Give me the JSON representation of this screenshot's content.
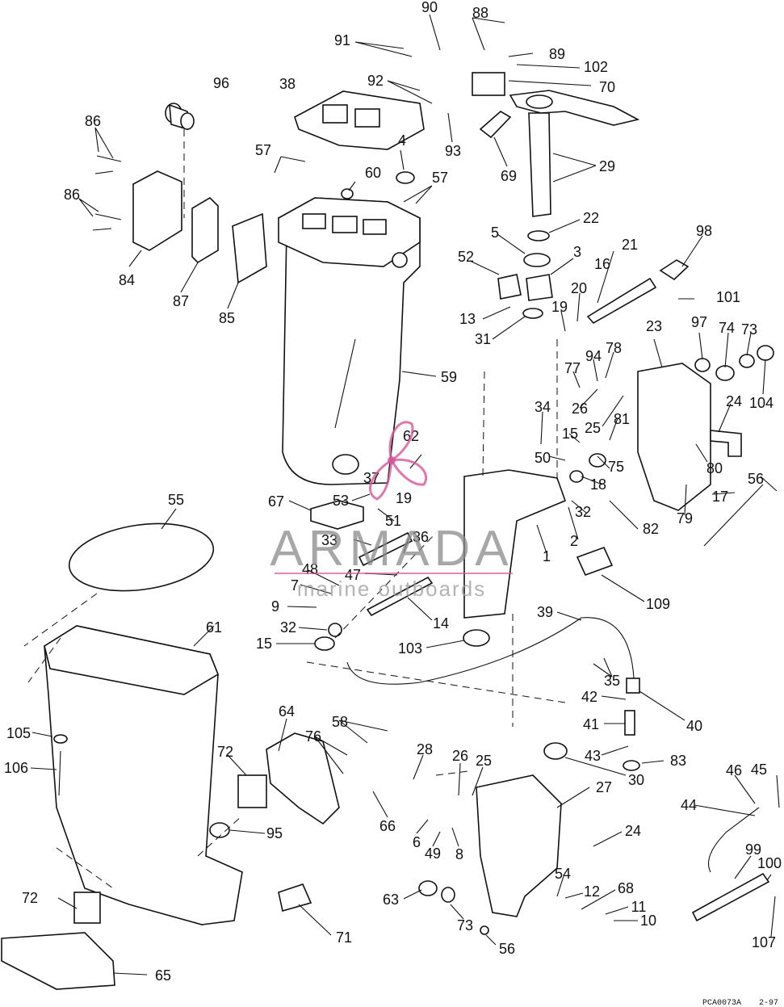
{
  "diagram": {
    "callouts": [
      {
        "id": "c90",
        "text": "90"
      },
      {
        "id": "c88",
        "text": "88"
      },
      {
        "id": "c91",
        "text": "91"
      },
      {
        "id": "c89",
        "text": "89"
      },
      {
        "id": "c102",
        "text": "102"
      },
      {
        "id": "c96",
        "text": "96"
      },
      {
        "id": "c38",
        "text": "38"
      },
      {
        "id": "c92",
        "text": "92"
      },
      {
        "id": "c70",
        "text": "70"
      },
      {
        "id": "c86a",
        "text": "86"
      },
      {
        "id": "c4",
        "text": "4"
      },
      {
        "id": "c93",
        "text": "93"
      },
      {
        "id": "c57a",
        "text": "57"
      },
      {
        "id": "c29",
        "text": "29"
      },
      {
        "id": "c60",
        "text": "60"
      },
      {
        "id": "c57b",
        "text": "57"
      },
      {
        "id": "c69",
        "text": "69"
      },
      {
        "id": "c86b",
        "text": "86"
      },
      {
        "id": "c22",
        "text": "22"
      },
      {
        "id": "c98",
        "text": "98"
      },
      {
        "id": "c5",
        "text": "5"
      },
      {
        "id": "c21",
        "text": "21"
      },
      {
        "id": "c52",
        "text": "52"
      },
      {
        "id": "c3",
        "text": "3"
      },
      {
        "id": "c16",
        "text": "16"
      },
      {
        "id": "c84",
        "text": "84"
      },
      {
        "id": "c87",
        "text": "87"
      },
      {
        "id": "c20",
        "text": "20"
      },
      {
        "id": "c101",
        "text": "101"
      },
      {
        "id": "c13",
        "text": "13"
      },
      {
        "id": "c19a",
        "text": "19"
      },
      {
        "id": "c85",
        "text": "85"
      },
      {
        "id": "c31",
        "text": "31"
      },
      {
        "id": "c97",
        "text": "97"
      },
      {
        "id": "c23",
        "text": "23"
      },
      {
        "id": "c74",
        "text": "74"
      },
      {
        "id": "c73a",
        "text": "73"
      },
      {
        "id": "c78",
        "text": "78"
      },
      {
        "id": "c94",
        "text": "94"
      },
      {
        "id": "c77",
        "text": "77"
      },
      {
        "id": "c104",
        "text": "104"
      },
      {
        "id": "c59",
        "text": "59"
      },
      {
        "id": "c26a",
        "text": "26"
      },
      {
        "id": "c24a",
        "text": "24"
      },
      {
        "id": "c25a",
        "text": "25"
      },
      {
        "id": "c34",
        "text": "34"
      },
      {
        "id": "c81",
        "text": "81"
      },
      {
        "id": "c62",
        "text": "62"
      },
      {
        "id": "c15a",
        "text": "15"
      },
      {
        "id": "c50",
        "text": "50"
      },
      {
        "id": "c75",
        "text": "75"
      },
      {
        "id": "c80",
        "text": "80"
      },
      {
        "id": "c56a",
        "text": "56"
      },
      {
        "id": "c37",
        "text": "37"
      },
      {
        "id": "c18",
        "text": "18"
      },
      {
        "id": "c17",
        "text": "17"
      },
      {
        "id": "c55",
        "text": "55"
      },
      {
        "id": "c53",
        "text": "53"
      },
      {
        "id": "c19b",
        "text": "19"
      },
      {
        "id": "c67",
        "text": "67"
      },
      {
        "id": "c32a",
        "text": "32"
      },
      {
        "id": "c79",
        "text": "79"
      },
      {
        "id": "c51",
        "text": "51"
      },
      {
        "id": "c82",
        "text": "82"
      },
      {
        "id": "c2",
        "text": "2"
      },
      {
        "id": "c33",
        "text": "33"
      },
      {
        "id": "c36",
        "text": "36"
      },
      {
        "id": "c1",
        "text": "1"
      },
      {
        "id": "c48",
        "text": "48"
      },
      {
        "id": "c47",
        "text": "47"
      },
      {
        "id": "c7",
        "text": "7"
      },
      {
        "id": "c109",
        "text": "109"
      },
      {
        "id": "c9",
        "text": "9"
      },
      {
        "id": "c14",
        "text": "14"
      },
      {
        "id": "c39",
        "text": "39"
      },
      {
        "id": "c61",
        "text": "61"
      },
      {
        "id": "c32b",
        "text": "32"
      },
      {
        "id": "c15b",
        "text": "15"
      },
      {
        "id": "c103",
        "text": "103"
      },
      {
        "id": "c35",
        "text": "35"
      },
      {
        "id": "c42",
        "text": "42"
      },
      {
        "id": "c40",
        "text": "40"
      },
      {
        "id": "c64",
        "text": "64"
      },
      {
        "id": "c58",
        "text": "58"
      },
      {
        "id": "c41",
        "text": "41"
      },
      {
        "id": "c105",
        "text": "105"
      },
      {
        "id": "c76",
        "text": "76"
      },
      {
        "id": "c43",
        "text": "43"
      },
      {
        "id": "c83",
        "text": "83"
      },
      {
        "id": "c106",
        "text": "106"
      },
      {
        "id": "c72a",
        "text": "72"
      },
      {
        "id": "c28",
        "text": "28"
      },
      {
        "id": "c26b",
        "text": "26"
      },
      {
        "id": "c25b",
        "text": "25"
      },
      {
        "id": "c30",
        "text": "30"
      },
      {
        "id": "c46",
        "text": "46"
      },
      {
        "id": "c45",
        "text": "45"
      },
      {
        "id": "c27",
        "text": "27"
      },
      {
        "id": "c44",
        "text": "44"
      },
      {
        "id": "c95",
        "text": "95"
      },
      {
        "id": "c66",
        "text": "66"
      },
      {
        "id": "c24b",
        "text": "24"
      },
      {
        "id": "c6",
        "text": "6"
      },
      {
        "id": "c49",
        "text": "49"
      },
      {
        "id": "c8",
        "text": "8"
      },
      {
        "id": "c99",
        "text": "99"
      },
      {
        "id": "c100",
        "text": "100"
      },
      {
        "id": "c54",
        "text": "54"
      },
      {
        "id": "c12",
        "text": "12"
      },
      {
        "id": "c68",
        "text": "68"
      },
      {
        "id": "c72b",
        "text": "72"
      },
      {
        "id": "c63",
        "text": "63"
      },
      {
        "id": "c11",
        "text": "11"
      },
      {
        "id": "c10",
        "text": "10"
      },
      {
        "id": "c107",
        "text": "107"
      },
      {
        "id": "c73b",
        "text": "73"
      },
      {
        "id": "c71",
        "text": "71"
      },
      {
        "id": "c56b",
        "text": "56"
      },
      {
        "id": "c65",
        "text": "65"
      }
    ],
    "watermark": {
      "brand": "ARMADA",
      "tagline": "marine outboards",
      "accent_color": "#d6559a"
    },
    "footer_code": "PCA0073A",
    "footer_date": "2-97"
  }
}
